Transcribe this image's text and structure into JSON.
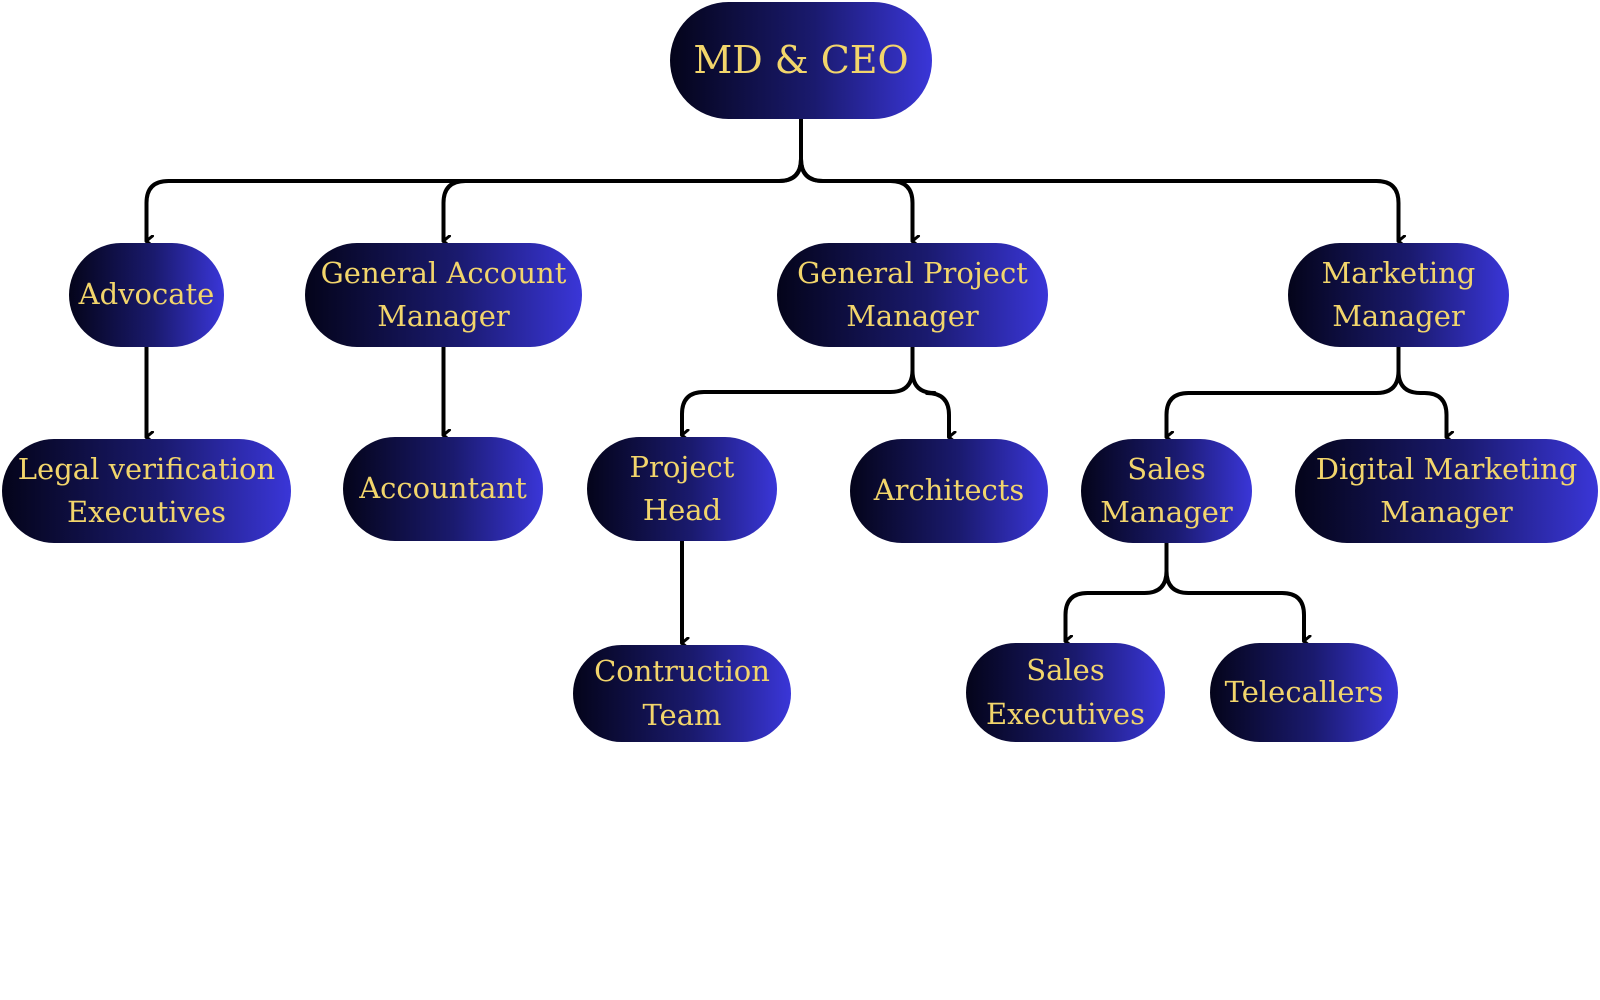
{
  "nodes": {
    "md_ceo": "MD & CEO",
    "advocate": "Advocate",
    "general_account_manager": "General Account\nManager",
    "general_project_manager": "General Project\nManager",
    "marketing_manager": "Marketing\nManager",
    "legal_verification_executives": "Legal verification\nExecutives",
    "accountant": "Accountant",
    "project_head": "Project\nHead",
    "architects": "Architects",
    "sales_manager": "Sales\nManager",
    "digital_marketing_manager": "Digital Marketing\nManager",
    "contruction_team": "Contruction\nTeam",
    "sales_executives": "Sales\nExecutives",
    "telecallers": "Telecallers"
  },
  "edges": [
    [
      "md_ceo",
      "advocate"
    ],
    [
      "md_ceo",
      "general_account_manager"
    ],
    [
      "md_ceo",
      "general_project_manager"
    ],
    [
      "md_ceo",
      "marketing_manager"
    ],
    [
      "advocate",
      "legal_verification_executives"
    ],
    [
      "general_account_manager",
      "accountant"
    ],
    [
      "general_project_manager",
      "project_head"
    ],
    [
      "general_project_manager",
      "architects"
    ],
    [
      "marketing_manager",
      "sales_manager"
    ],
    [
      "marketing_manager",
      "digital_marketing_manager"
    ],
    [
      "project_head",
      "contruction_team"
    ],
    [
      "sales_manager",
      "sales_executives"
    ],
    [
      "sales_manager",
      "telecallers"
    ]
  ],
  "colors": {
    "node_gradient_start": "#04041a",
    "node_gradient_end": "#3a36d8",
    "node_text": "#f2d56b",
    "connector": "#000000"
  }
}
